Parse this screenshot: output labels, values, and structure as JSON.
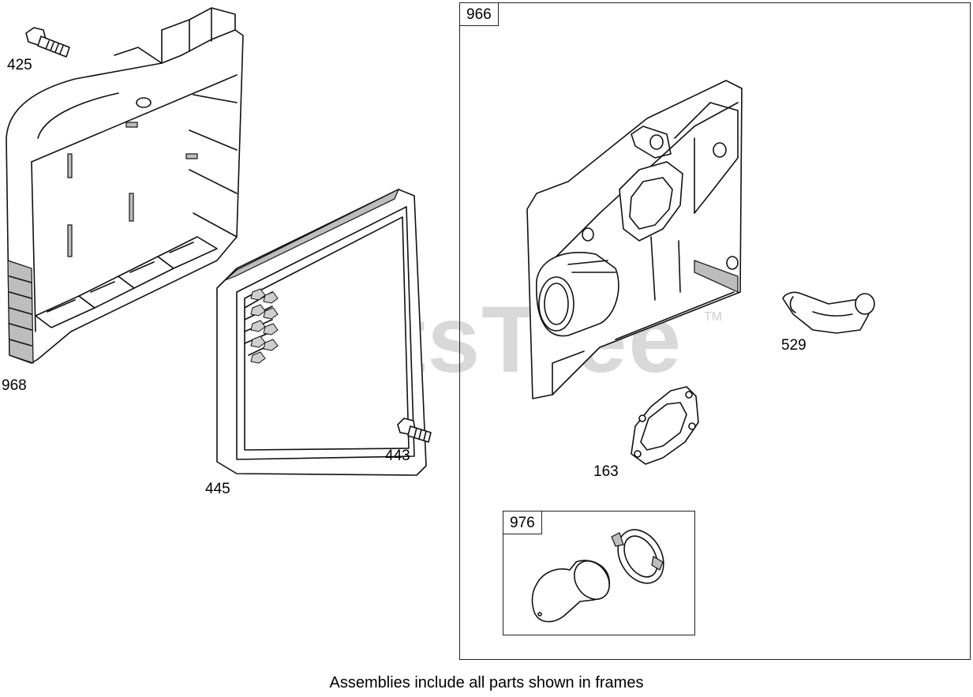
{
  "watermark": {
    "text": "PartsTree",
    "tm": "TM"
  },
  "frames": {
    "main": {
      "label": "966"
    },
    "sub": {
      "label": "976"
    }
  },
  "parts": {
    "p425": "425",
    "p968": "968",
    "p445": "445",
    "p443": "443",
    "p529": "529",
    "p163": "163"
  },
  "footer": "Assemblies include all parts shown in frames"
}
